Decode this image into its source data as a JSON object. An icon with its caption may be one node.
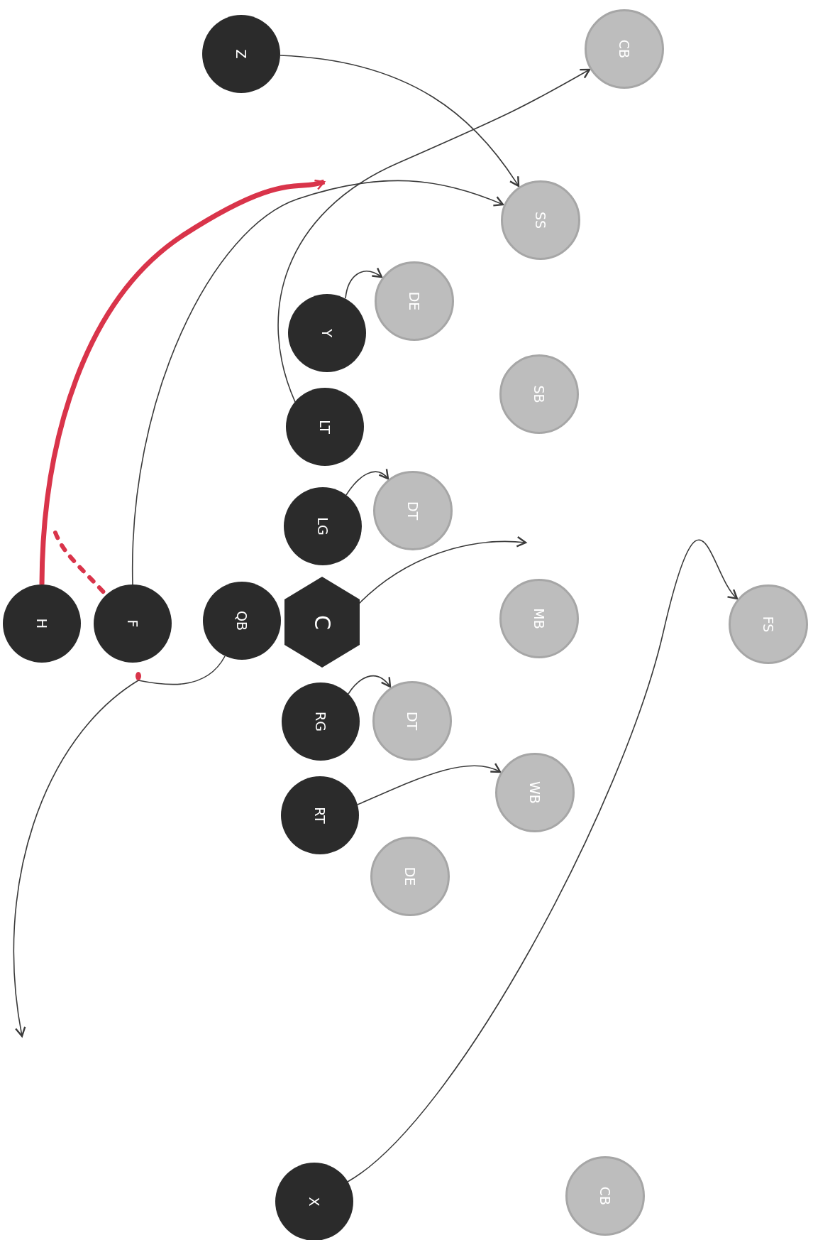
{
  "diagram": {
    "nodes": [
      {
        "text": [
          "Z"
        ]
      },
      {
        "text": [
          "CB"
        ]
      },
      {
        "text": [
          "SS"
        ]
      },
      {
        "text": [
          "DE"
        ]
      },
      {
        "text": [
          "Y"
        ]
      },
      {
        "text": [
          "SB"
        ]
      },
      {
        "text": [
          "LT"
        ]
      },
      {
        "text": [
          "LG"
        ]
      },
      {
        "text": [
          "DT"
        ]
      },
      {
        "text": [
          "H"
        ]
      },
      {
        "text": [
          "F"
        ]
      },
      {
        "text": [
          "QB"
        ]
      },
      {
        "text": [
          "C"
        ]
      },
      {
        "text": [
          "MB"
        ]
      },
      {
        "text": [
          "FS"
        ]
      },
      {
        "text": [
          "RG"
        ]
      },
      {
        "text": [
          "DT"
        ]
      },
      {
        "text": [
          "WB"
        ]
      },
      {
        "text": [
          "RT"
        ]
      },
      {
        "text": [
          "DE"
        ]
      },
      {
        "text": [
          "X"
        ]
      },
      {
        "text": [
          "CB"
        ]
      }
    ],
    "edges": [
      {
        "from": 0,
        "to": 2,
        "arrow": "to"
      },
      {
        "from": 6,
        "to": 1,
        "arrow": "to"
      },
      {
        "from": 10,
        "to": 2,
        "arrow": "to"
      },
      {
        "from": 4,
        "to": 3,
        "arrow": "to"
      },
      {
        "from": 7,
        "to": 8,
        "arrow": "to"
      },
      {
        "from": 12,
        "to": null,
        "arrow": "to"
      },
      {
        "from": 15,
        "to": 16,
        "arrow": "to"
      },
      {
        "from": 18,
        "to": 17,
        "arrow": "to"
      },
      {
        "from": 11,
        "to": null,
        "arrow": "to"
      },
      {
        "from": 20,
        "to": 14,
        "arrow": "to"
      },
      {
        "from": 9,
        "to": null,
        "arrow": "to",
        "style": "thick",
        "color": "#d9344a"
      },
      {
        "from": null,
        "to": 10,
        "arrow": "none",
        "style": "dashed",
        "color": "#d9344a"
      }
    ]
  }
}
